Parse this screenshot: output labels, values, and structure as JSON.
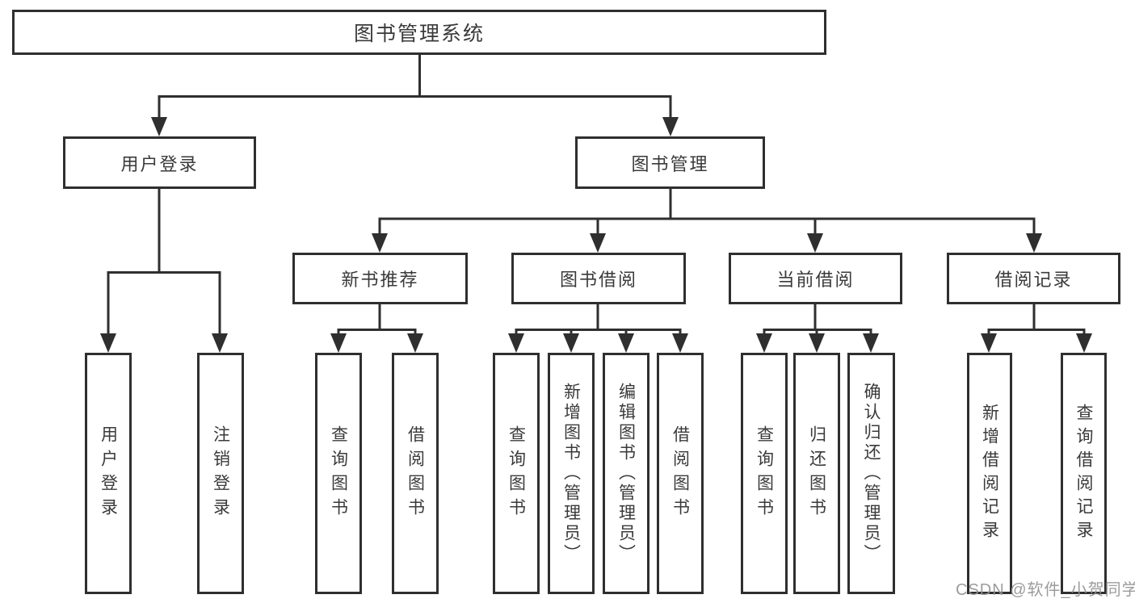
{
  "diagram": {
    "root": {
      "label": "图书管理系统"
    },
    "level2": {
      "user_login": {
        "label": "用户登录"
      },
      "book_mgmt": {
        "label": "图书管理"
      }
    },
    "level3": {
      "new_books": {
        "label": "新书推荐"
      },
      "book_borrow": {
        "label": "图书借阅"
      },
      "current_borrow": {
        "label": "当前借阅"
      },
      "borrow_records": {
        "label": "借阅记录"
      }
    },
    "leaves": {
      "user_login": [
        "用户登录",
        "注销登录"
      ],
      "new_books": [
        "查询图书",
        "借阅图书"
      ],
      "book_borrow": [
        "查询图书",
        "新增图书（管理员）",
        "编辑图书（管理员）",
        "借阅图书"
      ],
      "current_borrow": [
        "查询图书",
        "归还图书",
        "确认归还（管理员）"
      ],
      "borrow_records": [
        "新增借阅记录",
        "查询借阅记录"
      ]
    },
    "colors": {
      "line": "#2f2f2f",
      "node_border": "#2f2f2f",
      "node_text": "#3a3a3a",
      "background": "#ffffff"
    }
  },
  "watermark": {
    "text": "CSDN @软件_小贺同学",
    "color": "#949494"
  }
}
